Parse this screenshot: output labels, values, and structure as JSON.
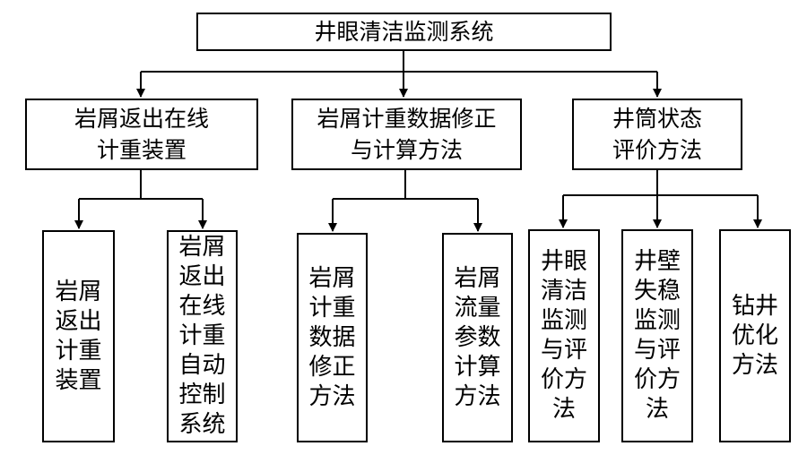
{
  "root": {
    "label": "井眼清洁监测系统"
  },
  "branches": [
    {
      "label": "岩屑返出在线\n计重装置",
      "children": [
        {
          "label": "岩屑\n返出\n计重\n装置"
        },
        {
          "label": "岩屑\n返出\n在线\n计重\n自动\n控制\n系统"
        }
      ]
    },
    {
      "label": "岩屑计重数据修正\n与计算方法",
      "children": [
        {
          "label": "岩屑\n计重\n数据\n修正\n方法"
        },
        {
          "label": "岩屑\n流量\n参数\n计算\n方法"
        }
      ]
    },
    {
      "label": "井筒状态\n评价方法",
      "children": [
        {
          "label": "井眼\n清洁\n监测\n与评\n价方\n法"
        },
        {
          "label": "井壁\n失稳\n监测\n与评\n价方\n法"
        },
        {
          "label": "钻井\n优化\n方法"
        }
      ]
    }
  ]
}
